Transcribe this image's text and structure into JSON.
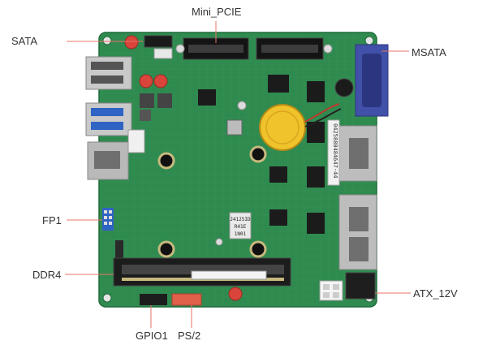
{
  "labels": {
    "sata": "SATA",
    "mini_pcie": "Mini_PCIE",
    "msata": "MSATA",
    "fp1": "FP1",
    "ddr4": "DDR4",
    "atx_12v": "ATX_12V",
    "gpio1": "GPIO1",
    "ps2": "PS/2"
  },
  "chip_text": {
    "line1": "J4125ID",
    "line2": "R41E",
    "line3": "1N01"
  },
  "sticker_text": "0425880484647-44",
  "colors": {
    "pcb": "#2f8a4f",
    "leader_line": "#e8736a",
    "label_text": "#333333"
  }
}
